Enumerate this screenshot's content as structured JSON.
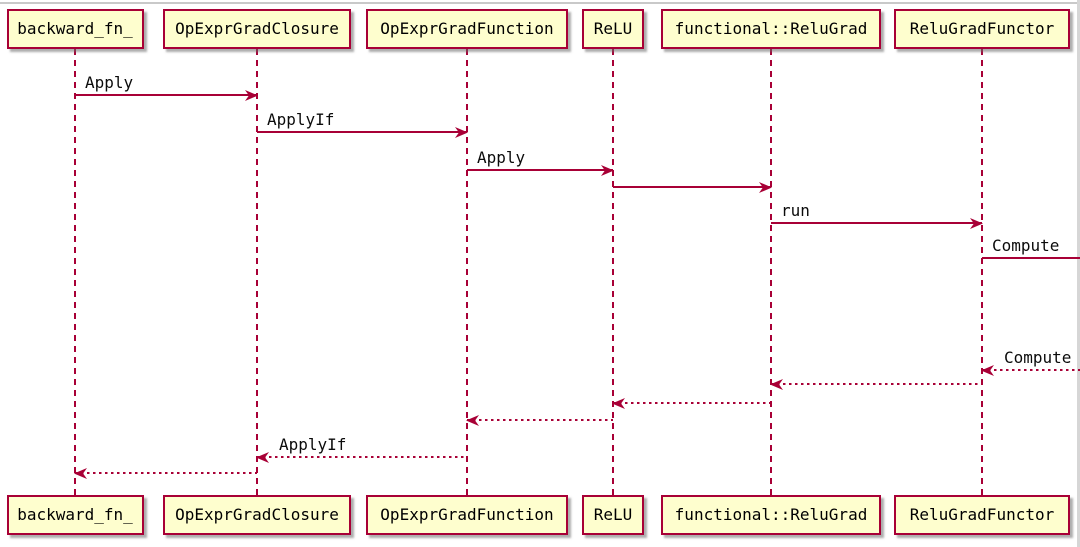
{
  "diagram": {
    "type": "sequence-diagram",
    "participants": [
      {
        "label": "backward_fn_"
      },
      {
        "label": "OpExprGradClosure"
      },
      {
        "label": "OpExprGradFunction"
      },
      {
        "label": "ReLU"
      },
      {
        "label": "functional::ReluGrad"
      },
      {
        "label": "ReluGradFunctor"
      }
    ],
    "messages": [
      {
        "label": "Apply",
        "from": "backward_fn_",
        "to": "OpExprGradClosure",
        "style": "solid"
      },
      {
        "label": "ApplyIf",
        "from": "OpExprGradClosure",
        "to": "OpExprGradFunction",
        "style": "solid"
      },
      {
        "label": "Apply",
        "from": "OpExprGradFunction",
        "to": "ReLU",
        "style": "solid"
      },
      {
        "label": "",
        "from": "ReLU",
        "to": "functional::ReluGrad",
        "style": "solid"
      },
      {
        "label": "run",
        "from": "functional::ReluGrad",
        "to": "ReluGradFunctor",
        "style": "solid"
      },
      {
        "label": "Compute",
        "from": "ReluGradFunctor",
        "to": "offscreen-right",
        "style": "solid"
      },
      {
        "label": "Compute",
        "from": "offscreen-right",
        "to": "ReluGradFunctor",
        "style": "dotted"
      },
      {
        "label": "",
        "from": "ReluGradFunctor",
        "to": "functional::ReluGrad",
        "style": "dotted"
      },
      {
        "label": "",
        "from": "functional::ReluGrad",
        "to": "ReLU",
        "style": "dotted"
      },
      {
        "label": "",
        "from": "ReLU",
        "to": "OpExprGradFunction",
        "style": "dotted"
      },
      {
        "label": "ApplyIf",
        "from": "OpExprGradFunction",
        "to": "OpExprGradClosure",
        "style": "dotted"
      },
      {
        "label": "",
        "from": "OpExprGradClosure",
        "to": "backward_fn_",
        "style": "dotted"
      }
    ],
    "colors": {
      "participant_fill": "#FEFECE",
      "stroke": "#A80036",
      "text": "#000000",
      "frame_border": "#C9C9C9"
    }
  }
}
